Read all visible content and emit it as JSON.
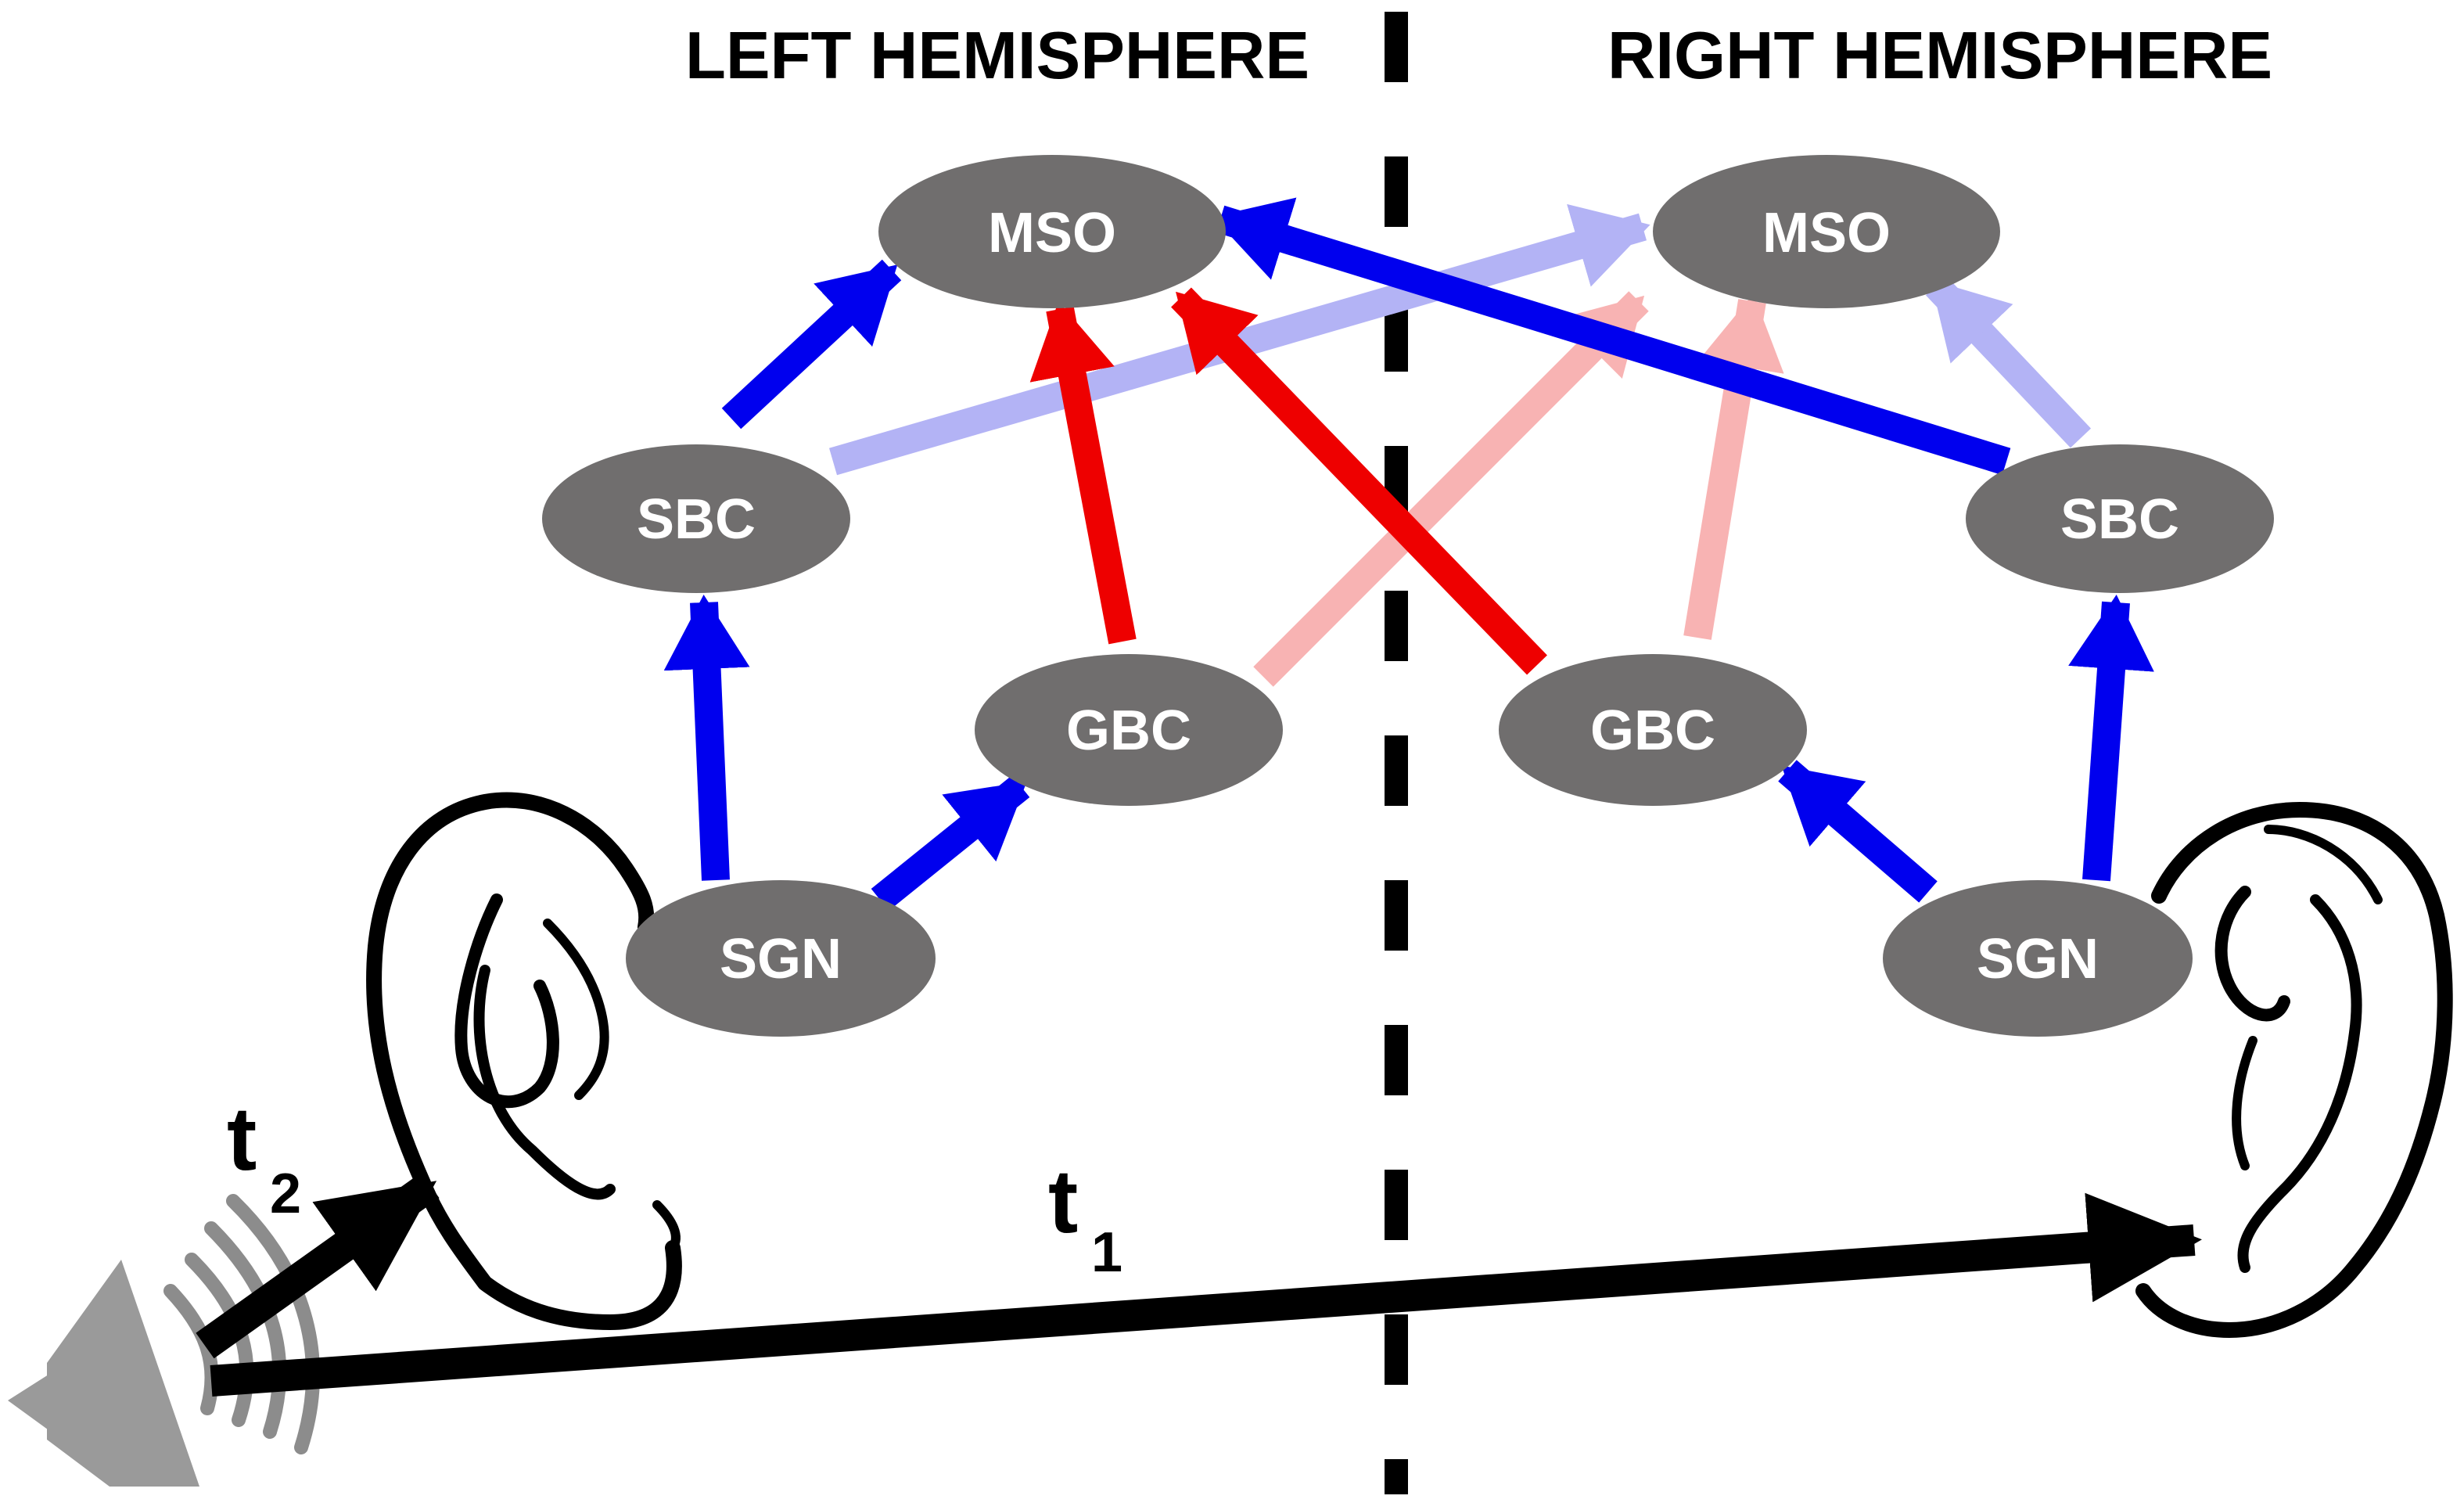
{
  "headers": {
    "left": "LEFT HEMISPHERE",
    "right": "RIGHT HEMISPHERE"
  },
  "nodes": {
    "left_mso": "MSO",
    "right_mso": "MSO",
    "left_sbc": "SBC",
    "right_sbc": "SBC",
    "left_gbc": "GBC",
    "right_gbc": "GBC",
    "left_sgn": "SGN",
    "right_sgn": "SGN"
  },
  "timing": {
    "t1_main": "t",
    "t1_sub": "1",
    "t2_main": "t",
    "t2_sub": "2"
  },
  "colors": {
    "node": "#706e6e",
    "blue": "#0000ee",
    "blue_faded": "#b3b3f5",
    "red": "#ee0000",
    "red_faded": "#f8b3b3",
    "speaker": "#9a9a9a",
    "wave": "#8c8c8c",
    "black": "#000000"
  }
}
